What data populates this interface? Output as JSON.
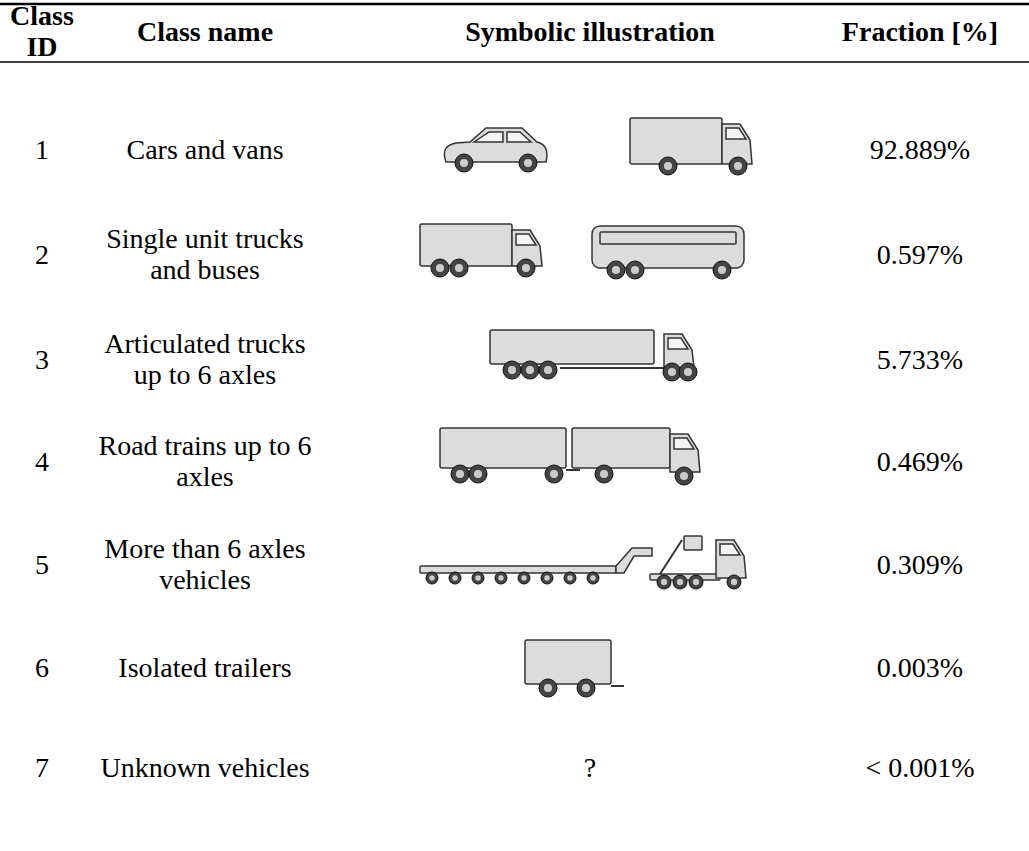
{
  "diagram": {
    "labels": [
      "Class ID",
      "Class name",
      "Symbolic illustration",
      "Fraction [%]",
      "1",
      "Cars and vans",
      "92.889%",
      "2",
      "Single unit trucks and buses",
      "0.597%",
      "3",
      "Articulated trucks up to 6 axles",
      "5.733%",
      "4",
      "Road trains up to 6 axles",
      "0.469%",
      "5",
      "More than 6 axles vehicles",
      "0.309%",
      "6",
      "Isolated trailers",
      "0.003%",
      "7",
      "Unknown vehicles",
      "?",
      "< 0.001%"
    ]
  }
}
